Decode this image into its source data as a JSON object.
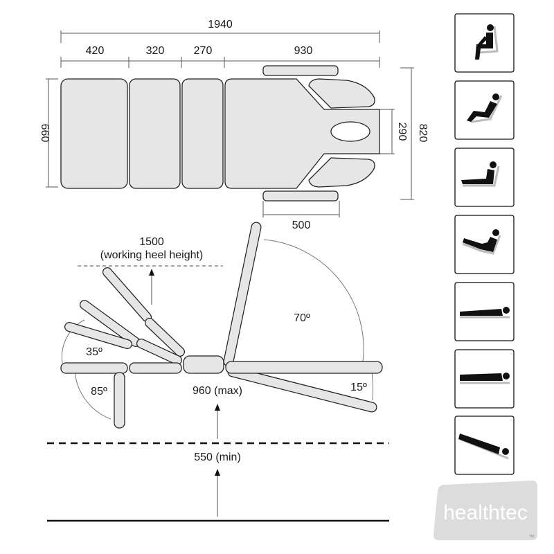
{
  "top_view": {
    "total_length": "1940",
    "segments": [
      "420",
      "320",
      "270",
      "930"
    ],
    "width": "660",
    "face_width": "290",
    "overall_width": "820",
    "armrest_length": "500"
  },
  "side_view": {
    "heel_height_value": "1500",
    "heel_height_note": "(working heel height)",
    "angle_back": "70º",
    "angle_leg": "35º",
    "angle_foot": "85º",
    "angle_tilt": "15º",
    "max_height": "960 (max)",
    "min_height": "550 (min)"
  },
  "positions": [
    {
      "icon": "seated-position-icon"
    },
    {
      "icon": "reclined-seated-position-icon"
    },
    {
      "icon": "semi-reclined-position-icon"
    },
    {
      "icon": "legs-raised-position-icon"
    },
    {
      "icon": "flat-prone-position-icon"
    },
    {
      "icon": "flat-supine-position-icon"
    },
    {
      "icon": "tilted-position-icon"
    }
  ],
  "logo": {
    "text": "healthtec"
  },
  "colors": {
    "segment_fill": "#e6e6e6",
    "logo_bg": "#dcdcdc"
  }
}
